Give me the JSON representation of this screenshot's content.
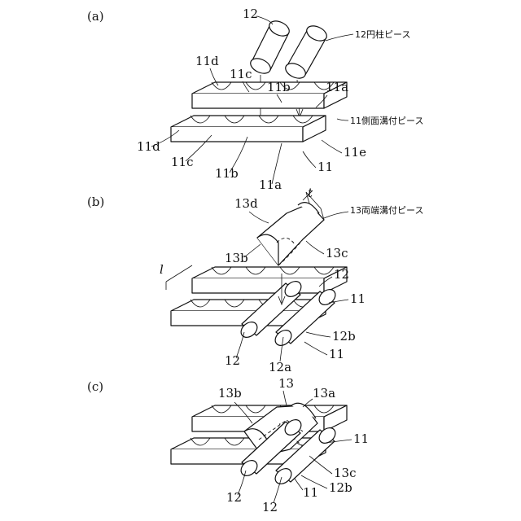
{
  "panels": {
    "a": {
      "tag": "(a)"
    },
    "b": {
      "tag": "(b)"
    },
    "c": {
      "tag": "(c)"
    }
  },
  "labels_a": {
    "cyl": "12",
    "cyl_name": "12円柱ピース",
    "top_11d": "11d",
    "top_11c": "11c",
    "top_11b": "11b",
    "top_11a": "11a",
    "side_name": "11側面溝付ピース",
    "bot_11d": "11d",
    "bot_11c": "11c",
    "bot_11b": "11b",
    "bot_11a": "11a",
    "bot_11e": "11e",
    "bot_11": "11"
  },
  "labels_b": {
    "t": "t",
    "p13d": "13d",
    "end_name": "13両端溝付ピース",
    "p13b": "13b",
    "p13c": "13c",
    "l": "l",
    "p12_top": "12",
    "p11_right": "11",
    "p12b": "12b",
    "p12_left": "12",
    "p12a": "12a",
    "p11_bottom": "11"
  },
  "labels_c": {
    "p13": "13",
    "p13b": "13b",
    "p13a": "13a",
    "p11": "11",
    "p13c": "13c",
    "p12b": "12b",
    "p12_left": "12",
    "p12_bottom": "12",
    "p11_bottom": "11"
  }
}
